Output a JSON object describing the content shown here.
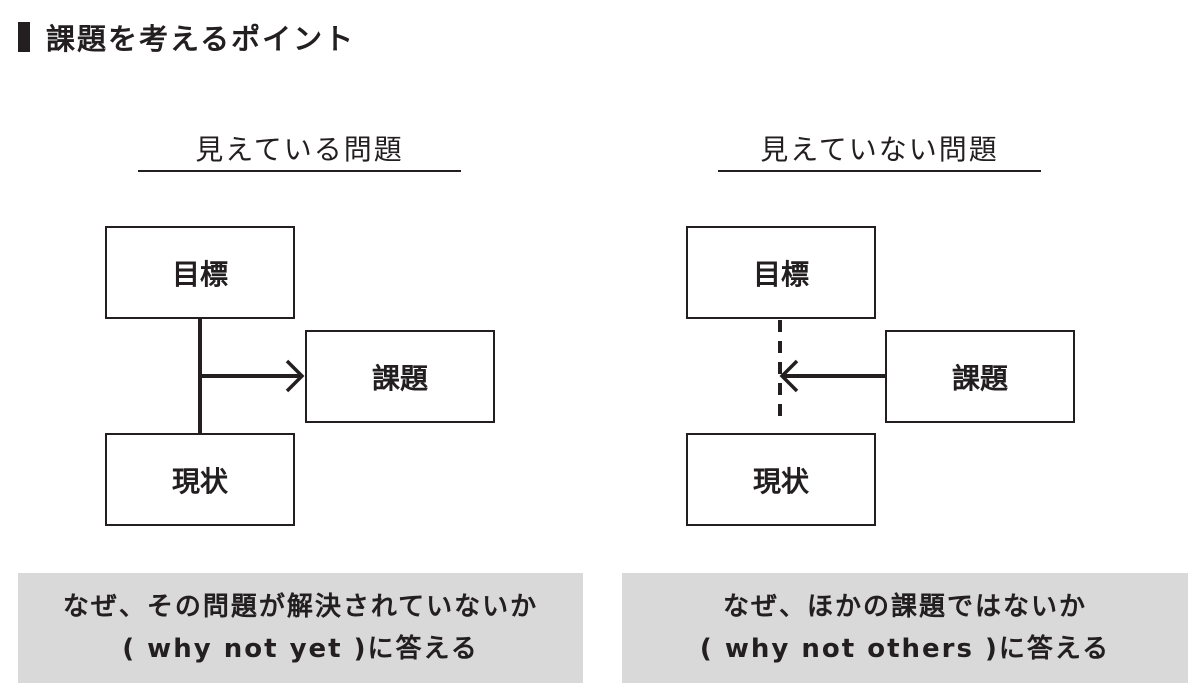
{
  "title": "課題を考えるポイント",
  "left": {
    "heading": "見えている問題",
    "goal": "目標",
    "issue": "課題",
    "current": "現状",
    "note_line1": "なぜ、その問題が解決されていないか",
    "note_line2": "( why not yet )に答える"
  },
  "right": {
    "heading": "見えていない問題",
    "goal": "目標",
    "issue": "課題",
    "current": "現状",
    "note_line1": "なぜ、ほかの課題ではないか",
    "note_line2": "( why not others )に答える"
  },
  "colors": {
    "ink": "#231f20",
    "note_bg": "#d9d9d9"
  }
}
